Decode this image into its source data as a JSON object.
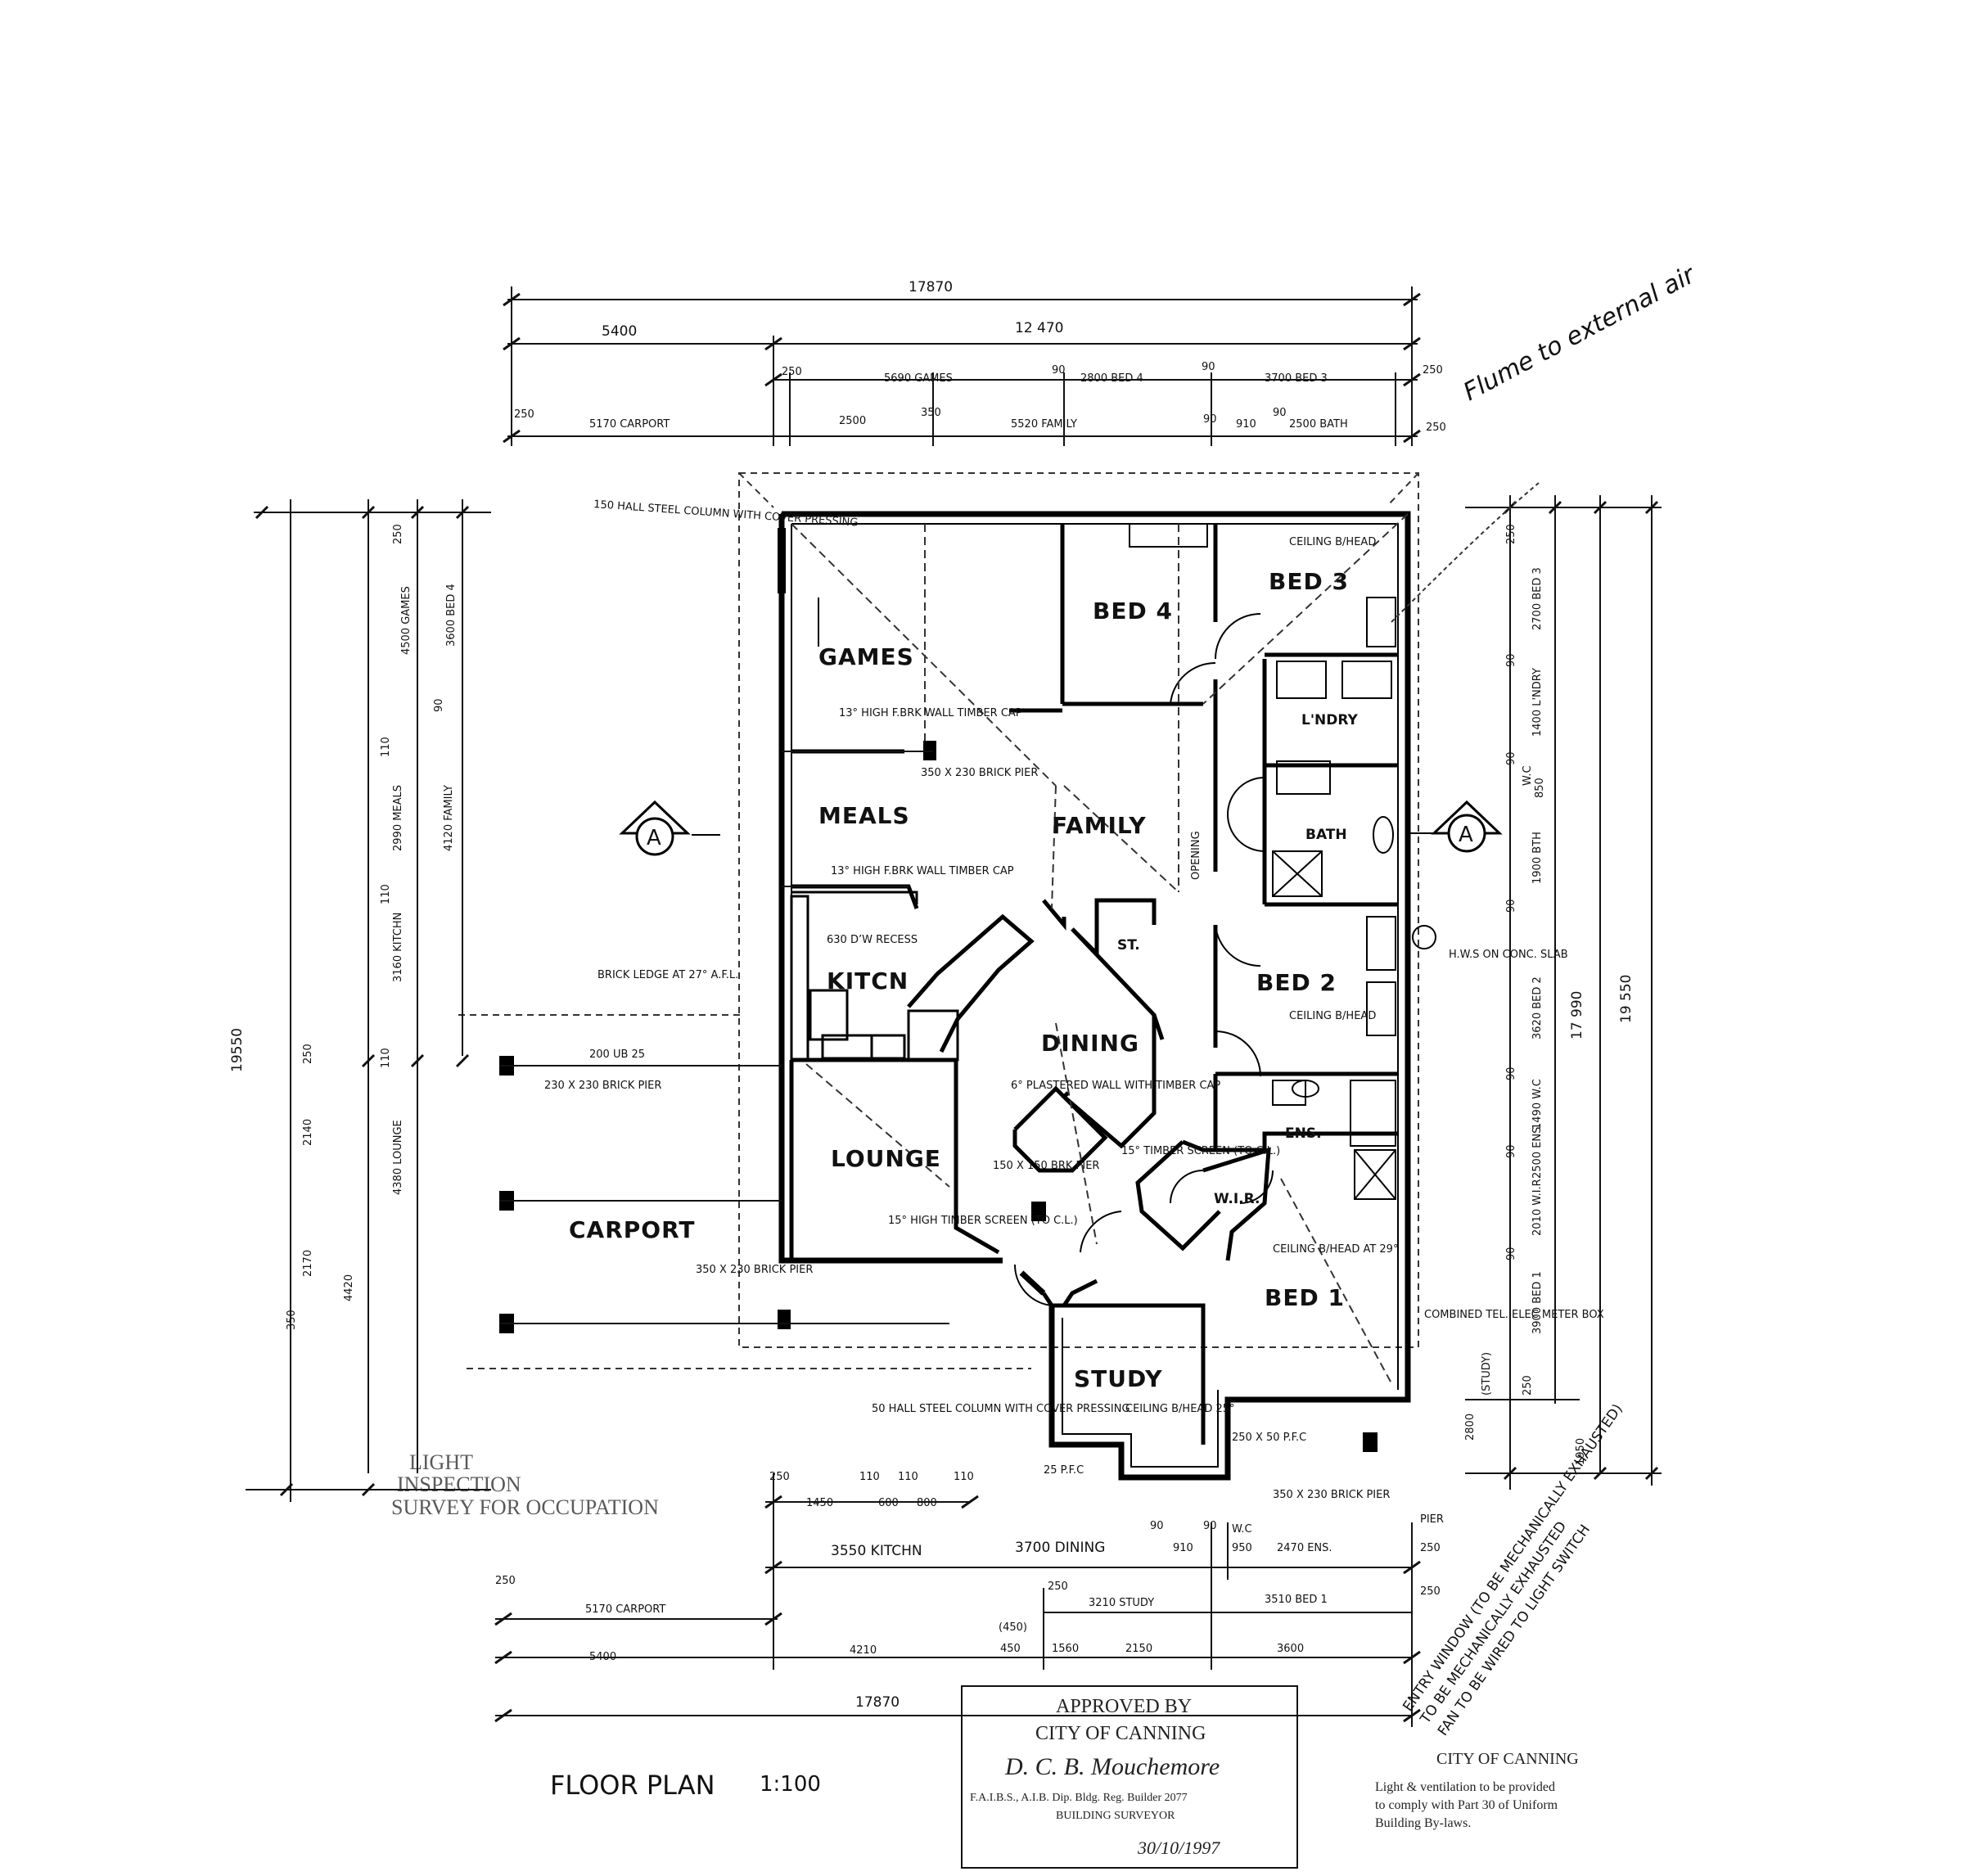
{
  "plan": {
    "title": "FLOOR PLAN",
    "scale": "1:100"
  },
  "rooms": {
    "games": "GAMES",
    "bed4": "BED 4",
    "bed3": "BED 3",
    "meals": "MEALS",
    "family": "FAMILY",
    "laundry": "L'NDRY",
    "bath": "BATH",
    "kitchen": "KITCN",
    "store": "ST.",
    "bed2": "BED 2",
    "dining": "DINING",
    "lounge": "LOUNGE",
    "ensuite": "ENS.",
    "wir": "W.I.R.",
    "carport": "CARPORT",
    "bed1": "BED 1",
    "study": "STUDY"
  },
  "section_marker": "A",
  "dims_top": {
    "overall": "17870",
    "left": "5400",
    "right": "12 470",
    "r3_a": "250",
    "r3_games": "5690 GAMES",
    "r3_b": "90",
    "r3_bed4": "2800 BED 4",
    "r3_c": "90",
    "r3_bed3": "3700 BED 3",
    "r3_d": "250",
    "r4_a": "250",
    "r4_carport": "5170 CARPORT",
    "r4_b": "2500",
    "r4_c": "350",
    "r4_family": "5520 FAMILY",
    "r4_d": "90",
    "r4_e": "910",
    "r4_f": "90",
    "r4_bath": "2500 BATH",
    "r4_g": "250"
  },
  "dims_bottom": {
    "b1_a": "250",
    "b1_b": "1450",
    "b1_c": "110",
    "b1_d": "600",
    "b1_e": "110",
    "b1_f": "800",
    "b1_g": "110",
    "b2_kitchen": "3550 KITCHN",
    "b2_dining": "3700 DINING",
    "b2_a": "90",
    "b2_b": "910",
    "b2_c": "90",
    "b2_wc": "W.C",
    "b2_d": "950",
    "b2_ens": "2470 ENS.",
    "b2_e": "250",
    "b3_a": "250",
    "b3_study": "3210 STUDY",
    "b3_bed1": "3510 BED 1",
    "b3_b": "250",
    "b4_a": "250",
    "b4_carport": "5170 CARPORT",
    "b5_a": "5400",
    "b5_b": "4210",
    "b5_c": "(450)",
    "b5_d": "450",
    "b5_e": "1560",
    "b5_f": "2150",
    "b5_g": "3600",
    "overall": "17870"
  },
  "dims_right": {
    "overall": "19 550",
    "sub": "17 990",
    "a": "250",
    "bed3": "2700 BED 3",
    "b": "90",
    "laundry": "1400 L'NDRY",
    "c": "90",
    "wc": "W.C",
    "d": "850",
    "bath": "1900 BTH",
    "e": "90",
    "bed2": "3620 BED 2",
    "f": "90",
    "wc2": "1490 W.C",
    "ens": "2500 ENS.",
    "g": "90",
    "wir": "2010 W.I.R",
    "h": "90",
    "bed1": "3900 BED 1",
    "i": "250",
    "study": "(STUDY)",
    "j": "2800",
    "k": "1950"
  },
  "dims_left": {
    "overall": "19550",
    "a": "250",
    "games": "4500 GAMES",
    "bed4": "3600 BED 4",
    "b": "90",
    "c": "110",
    "meals": "2990 MEALS",
    "family": "4120 FAMILY",
    "d": "110",
    "kitchen": "3160 KITCHN",
    "e": "110",
    "lounge": "4380 LOUNGE",
    "f": "250",
    "g": "2140",
    "h": "2170",
    "i": "4420",
    "j": "350"
  },
  "notes": {
    "steel_top": "150 HALL STEEL COLUMN WITH COVER PRESSING",
    "brick_wall_1": "13° HIGH F.BRK WALL TIMBER CAP",
    "brick_pier_1": "350 X 230 BRICK PIER",
    "brick_wall_2": "13° HIGH F.BRK WALL TIMBER CAP",
    "recess": "630 D’W RECESS",
    "brick_ledge": "BRICK LEDGE AT 27° A.F.L.",
    "brick_pier_2": "230 X 230 BRICK PIER",
    "ub_beam": "200 UB 25",
    "plastered": "6° PLASTERED WALL WITH TIMBER CAP",
    "timber_screen_1": "15° TIMBER SCREEN (TO C.L.)",
    "brick_pier_3": "150 X 150 BRK PIER",
    "timber_screen_2": "15° HIGH TIMBER SCREEN (TO C.L.)",
    "brick_pier_4": "350 X 230 BRICK PIER",
    "steel_bottom": "50 HALL STEEL COLUMN WITH COVER PRESSING",
    "brick_pier_5": "350 X 230 BRICK PIER",
    "pfc": "250 X 50 P.F.C",
    "meter_box": "COMBINED TEL. ELEC METER BOX",
    "hws": "H.W.S ON CONC. SLAB",
    "ceiling_b3": "CEILING B/HEAD",
    "ceiling_b2": "CEILING B/HEAD",
    "ceiling_b1": "CEILING B/HEAD AT 29°",
    "ceiling_st": "CEILING B/HEAD 25°",
    "pier": "PIER",
    "opening": "OPENING",
    "pfc_small": "25 P.F.C"
  },
  "annotation_right": "Flume to external air",
  "exhaust_note": {
    "line1": "ENTRY WINDOW (TO BE MECHANICALLY EXHAUSTED)",
    "line2": "TO BE MECHANICALLY EXHAUSTED",
    "line3": "FAN TO BE WIRED TO LIGHT SWITCH"
  },
  "stamp": {
    "approved": "APPROVED BY",
    "city": "CITY OF CANNING",
    "signature": "D. C. B. Mouchemore",
    "credentials": "F.A.I.B.S., A.I.B. Dip. Bldg. Reg. Builder 2077",
    "role": "BUILDING SURVEYOR",
    "date": "30/10/1997"
  },
  "canning_note": {
    "title": "CITY OF CANNING",
    "line1": "Light & ventilation to be provided",
    "line2": "to comply with Part 30 of Uniform",
    "line3": "Building By-laws."
  },
  "faded_text": {
    "line1": "LIGHT",
    "line2": "INSPECTION",
    "line3": "SURVEY FOR OCCUPATION"
  }
}
